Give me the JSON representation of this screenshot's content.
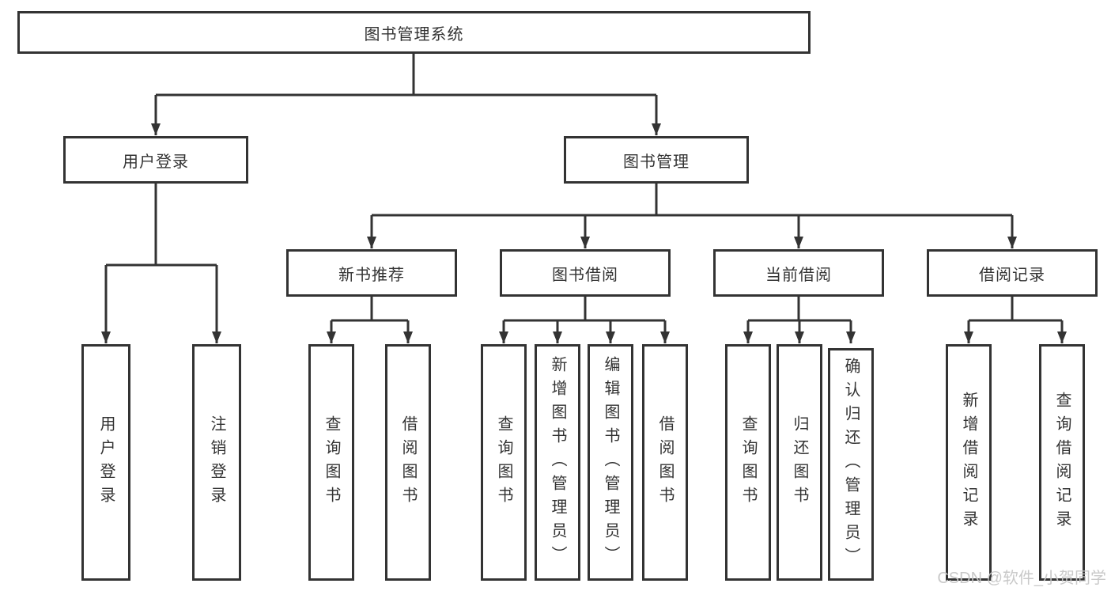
{
  "tree": {
    "root": "图书管理系统",
    "branches": [
      {
        "label": "用户登录",
        "children": [
          "用户登录",
          "注销登录"
        ]
      },
      {
        "label": "图书管理",
        "groups": [
          {
            "label": "新书推荐",
            "children": [
              "查询图书",
              "借阅图书"
            ]
          },
          {
            "label": "图书借阅",
            "children": [
              "查询图书",
              "新增图书（管理员）",
              "编辑图书（管理员）",
              "借阅图书"
            ]
          },
          {
            "label": "当前借阅",
            "children": [
              "查询图书",
              "归还图书",
              "确认归还（管理员）"
            ]
          },
          {
            "label": "借阅记录",
            "children": [
              "新增借阅记录",
              "查询借阅记录"
            ]
          }
        ]
      }
    ]
  },
  "watermark": "CSDN @软件_小贺同学",
  "colors": {
    "line": "#333333",
    "text": "#333333",
    "background": "#ffffff",
    "watermark": "#c6c6c6"
  }
}
